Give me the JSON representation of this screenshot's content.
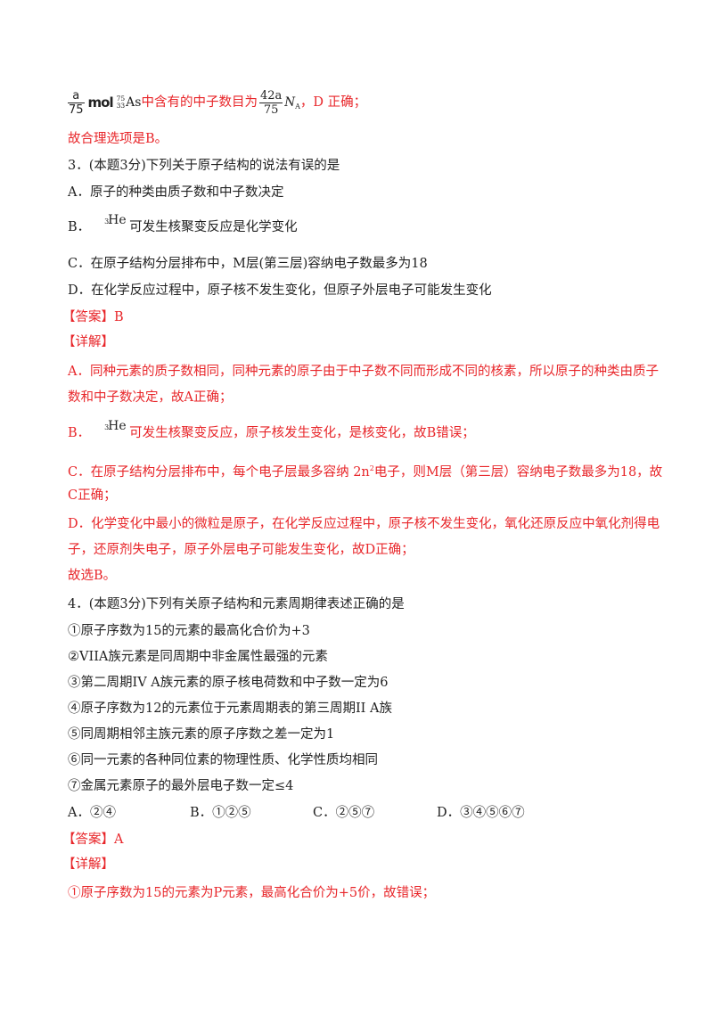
{
  "top": {
    "frac1": {
      "num": "a",
      "den": "75"
    },
    "mol": "mol",
    "as_mass": "75",
    "as_z": "33",
    "as_sym": "As",
    "text1": "中含有的中子数目为",
    "frac2": {
      "num": "42a",
      "den": "75"
    },
    "na": "N",
    "na_sub": "A",
    "text2": "，D 正确；"
  },
  "summary_prev": "故合理选项是B。",
  "q3": {
    "stem": "3．(本题3分)下列关于原子结构的说法有误的是",
    "optA": "A．原子的种类由质子数和中子数决定",
    "optB_prefix": "B．",
    "he_mass": "3",
    "he_sym": "He",
    "optB_text": "可发生核聚变反应是化学变化",
    "optC": "C．在原子结构分层排布中，M层(第三层)容纳电子数最多为18",
    "optD": "D．在化学反应过程中，原子核不发生变化，但原子外层电子可能发生变化",
    "answer": "【答案】B",
    "detail_label": "【详解】",
    "expA_1": "A．同种元素的质子数相同，同种元素的原子由于中子数不同而形成不同的核素，所以原子的种类由质子",
    "expA_2": "数和中子数决定，故A正确；",
    "expB_prefix": "B．",
    "expB_text": "可发生核聚变反应，原子核发生变化，是核变化，故B错误；",
    "expC_1a": "C．在原子结构分层排布中，每个电子层最多容纳 2n",
    "expC_sup": "2",
    "expC_1b": "电子，则M层（第三层）容纳电子数最多为18，故",
    "expC_2": "C正确；",
    "expD_1": "D．化学变化中最小的微粒是原子，在化学反应过程中，原子核不发生变化，氧化还原反应中氧化剂得电",
    "expD_2": "子，还原剂失电子，原子外层电子可能发生变化，故D正确；",
    "conclusion": "故选B。"
  },
  "q4": {
    "stem": "4．(本题3分)下列有关原子结构和元素周期律表述正确的是",
    "items": [
      "①原子序数为15的元素的最高化合价为+3",
      "②VIIA族元素是同周期中非金属性最强的元素",
      "③第二周期IV A族元素的原子核电荷数和中子数一定为6",
      "④原子序数为12的元素位于元素周期表的第三周期II A族",
      "⑤同周期相邻主族元素的原子序数之差一定为1",
      "⑥同一元素的各种同位素的物理性质、化学性质均相同",
      "⑦金属元素原子的最外层电子数一定≤4"
    ],
    "options": [
      "A．②④",
      "B．①②⑤",
      "C．②⑤⑦",
      "D．③④⑤⑥⑦"
    ],
    "answer": "【答案】A",
    "detail_label": "【详解】",
    "exp1": "①原子序数为15的元素为P元素，最高化合价为+5价，故错误；"
  }
}
